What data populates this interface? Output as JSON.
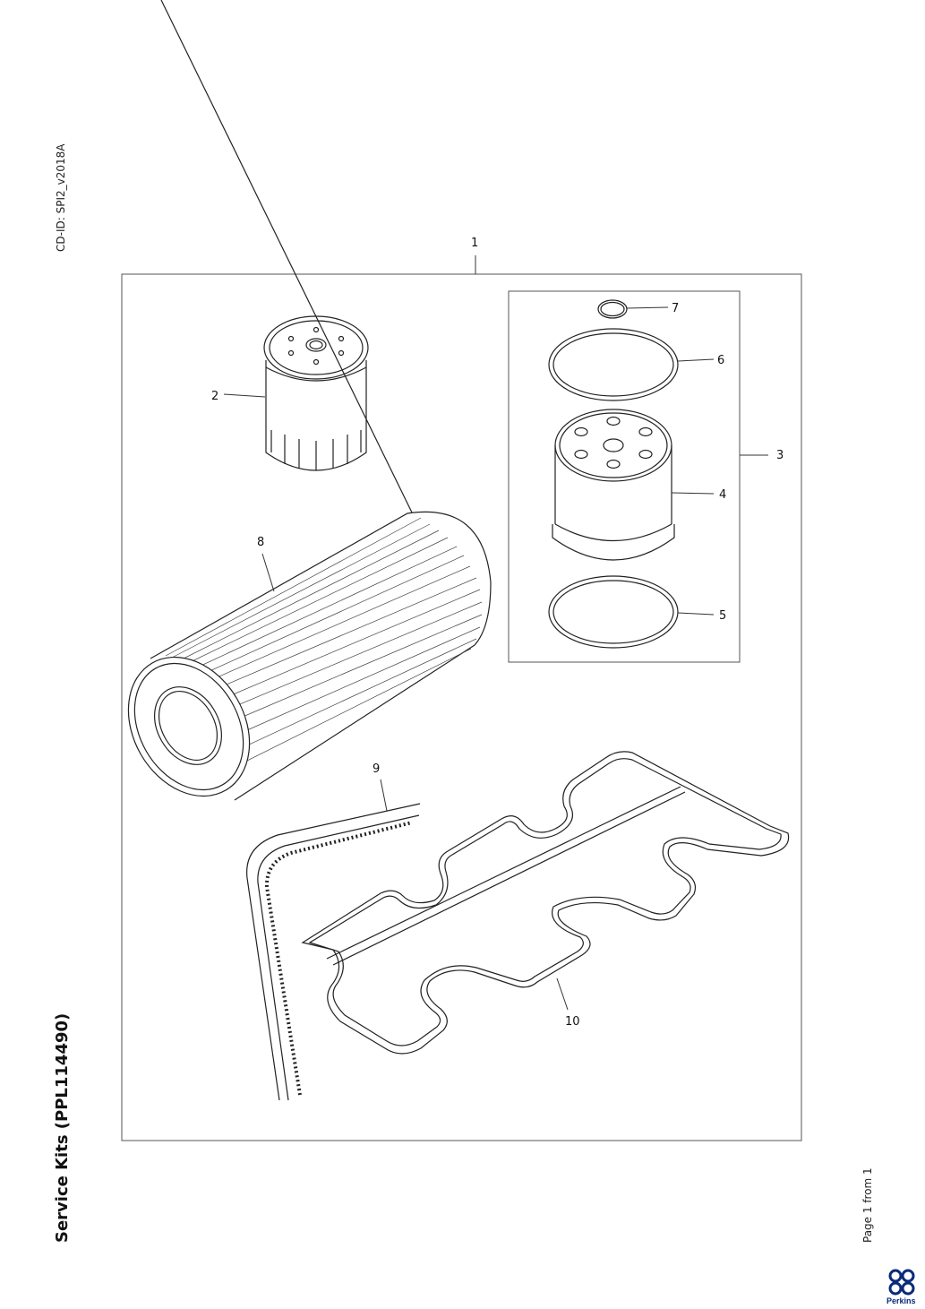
{
  "document": {
    "cd_id": "CD-ID: SPI2_v2018A",
    "title": "Service Kits (PPL114490)",
    "page_indicator": "Page 1 from 1",
    "brand": "Perkins"
  },
  "callouts": [
    "1",
    "2",
    "3",
    "4",
    "5",
    "6",
    "7",
    "8",
    "9",
    "10"
  ],
  "colors": {
    "line": "#222222",
    "frame": "#555555",
    "brand": "#0a2a7a"
  }
}
